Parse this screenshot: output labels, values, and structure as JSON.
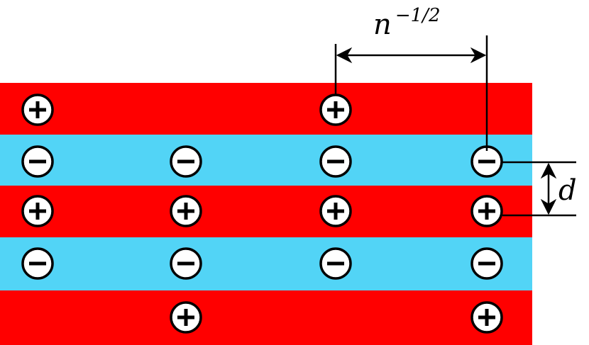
{
  "diagram": {
    "layers": [
      {
        "type": "positive",
        "color": "#FF0000"
      },
      {
        "type": "negative",
        "color": "#52D4F6"
      },
      {
        "type": "positive",
        "color": "#FF0000"
      },
      {
        "type": "negative",
        "color": "#52D4F6"
      },
      {
        "type": "positive",
        "color": "#FF0000"
      }
    ],
    "charges": [
      {
        "layer": 0,
        "column": 0,
        "sign": "+"
      },
      {
        "layer": 0,
        "column": 2,
        "sign": "+"
      },
      {
        "layer": 1,
        "column": 0,
        "sign": "−"
      },
      {
        "layer": 1,
        "column": 1,
        "sign": "−"
      },
      {
        "layer": 1,
        "column": 2,
        "sign": "−"
      },
      {
        "layer": 1,
        "column": 3,
        "sign": "−"
      },
      {
        "layer": 2,
        "column": 0,
        "sign": "+"
      },
      {
        "layer": 2,
        "column": 1,
        "sign": "+"
      },
      {
        "layer": 2,
        "column": 2,
        "sign": "+"
      },
      {
        "layer": 2,
        "column": 3,
        "sign": "+"
      },
      {
        "layer": 3,
        "column": 0,
        "sign": "−"
      },
      {
        "layer": 3,
        "column": 1,
        "sign": "−"
      },
      {
        "layer": 3,
        "column": 2,
        "sign": "−"
      },
      {
        "layer": 3,
        "column": 3,
        "sign": "−"
      },
      {
        "layer": 4,
        "column": 1,
        "sign": "+"
      },
      {
        "layer": 4,
        "column": 3,
        "sign": "+"
      }
    ],
    "spacing_label": {
      "base": "n",
      "exponent": "−1/2"
    },
    "thickness_label": "d"
  }
}
